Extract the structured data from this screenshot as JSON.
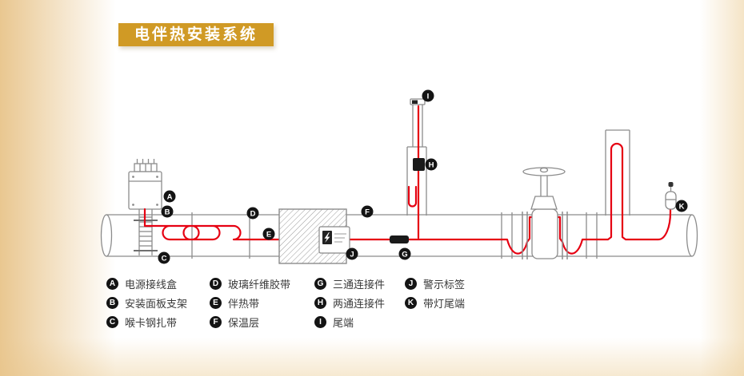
{
  "title": {
    "text": "电伴热安装系统",
    "bg_color": "#d09a25",
    "text_color": "#ffffff"
  },
  "legend": {
    "items": [
      {
        "key": "A",
        "label": "电源接线盒"
      },
      {
        "key": "B",
        "label": "安装面板支架"
      },
      {
        "key": "C",
        "label": "喉卡钢扎带"
      },
      {
        "key": "D",
        "label": "玻璃纤维胶带"
      },
      {
        "key": "E",
        "label": "伴热带"
      },
      {
        "key": "F",
        "label": "保温层"
      },
      {
        "key": "G",
        "label": "三通连接件"
      },
      {
        "key": "H",
        "label": "两通连接件"
      },
      {
        "key": "I",
        "label": "尾端"
      },
      {
        "key": "J",
        "label": "警示标签"
      },
      {
        "key": "K",
        "label": "带灯尾端"
      }
    ]
  },
  "diagram": {
    "cable_color": "#e60012",
    "line_color": "#8c8c8c",
    "badge_color": "#141414",
    "icons": [
      "lightning-icon"
    ]
  }
}
